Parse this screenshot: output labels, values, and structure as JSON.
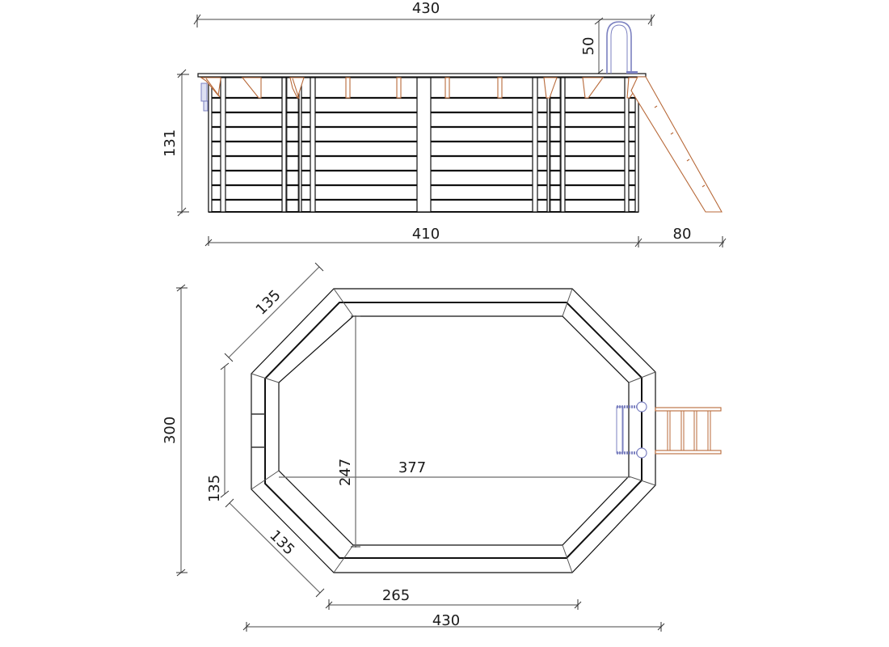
{
  "drawing": {
    "title": "Octagonal elongated wooden above-ground pool — elevation and plan",
    "colors": {
      "line": "#111111",
      "dimension_line": "#6b6b6b",
      "wood_bracket": "#b86a3a",
      "steel_ladder": "#7b80c0",
      "background": "#ffffff"
    },
    "units": "cm"
  },
  "elevation": {
    "label": "side-elevation",
    "dimensions": {
      "overall_width": "430",
      "ladder_height_above_deck": "50",
      "wall_height": "131",
      "wall_length": "410",
      "ladder_foot_projection": "80"
    },
    "components": [
      "coping-rim",
      "wall-boards",
      "vertical-posts",
      "wooden-brackets",
      "skimmer",
      "stainless-ladder",
      "wooden-ladder"
    ]
  },
  "plan": {
    "label": "top-plan-view",
    "dimensions": {
      "diagonal_side_top": "135",
      "overall_height": "300",
      "short_side_left": "135",
      "diagonal_side_bottom": "135",
      "inner_width": "247",
      "inner_length": "377",
      "straight_side_length": "265",
      "overall_length": "430"
    },
    "components": [
      "octagon-wall",
      "inner-liner",
      "stainless-ladder",
      "wooden-ladder"
    ]
  }
}
